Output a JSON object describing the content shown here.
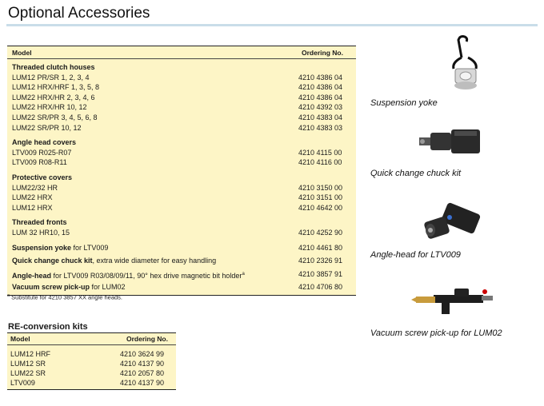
{
  "title": "Optional Accessories",
  "main_table": {
    "col_model": "Model",
    "col_order": "Ordering No.",
    "groups": [
      {
        "heading": "Threaded clutch houses",
        "rows": [
          {
            "model": "LUM12 PR/SR 1, 2, 3, 4",
            "order": "4210 4386 04"
          },
          {
            "model": "LUM12 HRX/HRF 1, 3, 5, 8",
            "order": "4210 4386 04"
          },
          {
            "model": "LUM22 HRX/HR 2, 3, 4, 6",
            "order": "4210 4386 04"
          },
          {
            "model": "LUM22 HRX/HR 10, 12",
            "order": "4210 4392 03"
          },
          {
            "model": "LUM22 SR/PR 3, 4, 5, 6, 8",
            "order": "4210 4383 04"
          },
          {
            "model": "LUM22 SR/PR 10, 12",
            "order": "4210 4383 03"
          }
        ]
      },
      {
        "heading": "Angle head covers",
        "rows": [
          {
            "model": "LTV009 R025-R07",
            "order": "4210 4115 00"
          },
          {
            "model": "LTV009 R08-R11",
            "order": "4210 4116 00"
          }
        ]
      },
      {
        "heading": "Protective covers",
        "rows": [
          {
            "model": "LUM22/32 HR",
            "order": "4210 3150 00"
          },
          {
            "model": "LUM22 HRX",
            "order": "4210 3151 00"
          },
          {
            "model": "LUM12 HRX",
            "order": "4210 4642 00"
          }
        ]
      },
      {
        "heading": "Threaded fronts",
        "rows": [
          {
            "model": "LUM 32 HR10, 15",
            "order": "4210 4252 90"
          }
        ]
      }
    ],
    "extras": [
      {
        "bold": "Suspension yoke",
        "rest": " for LTV009",
        "order": "4210 4461 80"
      },
      {
        "bold": "Quick change chuck kit",
        "rest": ", extra wide diameter for easy handling",
        "order": "4210 2326 91"
      },
      {
        "bold": "Angle-head",
        "rest": " for LTV009 R03/08/09/11, 90° hex drive magnetic bit holder",
        "mark": "a",
        "order": "4210 3857 91"
      },
      {
        "bold": "Vacuum screw pick-up",
        "rest": " for LUM02",
        "order": "4210 4706 80"
      }
    ]
  },
  "footnote": {
    "mark": "a",
    "text": " Substitute for 4210 3857 XX angle heads."
  },
  "re_conversion": {
    "title": "RE-conversion kits",
    "col_model": "Model",
    "col_order": "Ordering No.",
    "rows": [
      {
        "model": "LUM12 HRF",
        "order": "4210 3624 99"
      },
      {
        "model": "LUM12 SR",
        "order": "4210 4137 90"
      },
      {
        "model": "LUM22 SR",
        "order": "4210 2057 80"
      },
      {
        "model": "LTV009",
        "order": "4210 4137 90"
      }
    ]
  },
  "accessories": [
    {
      "caption": "Suspension yoke",
      "icon": "suspension-yoke-icon"
    },
    {
      "caption": "Quick change chuck kit",
      "icon": "chuck-kit-icon"
    },
    {
      "caption": "Angle-head for LTV009",
      "icon": "angle-head-icon"
    },
    {
      "caption": "Vacuum screw pick-up for LUM02",
      "icon": "vacuum-pickup-icon"
    }
  ]
}
